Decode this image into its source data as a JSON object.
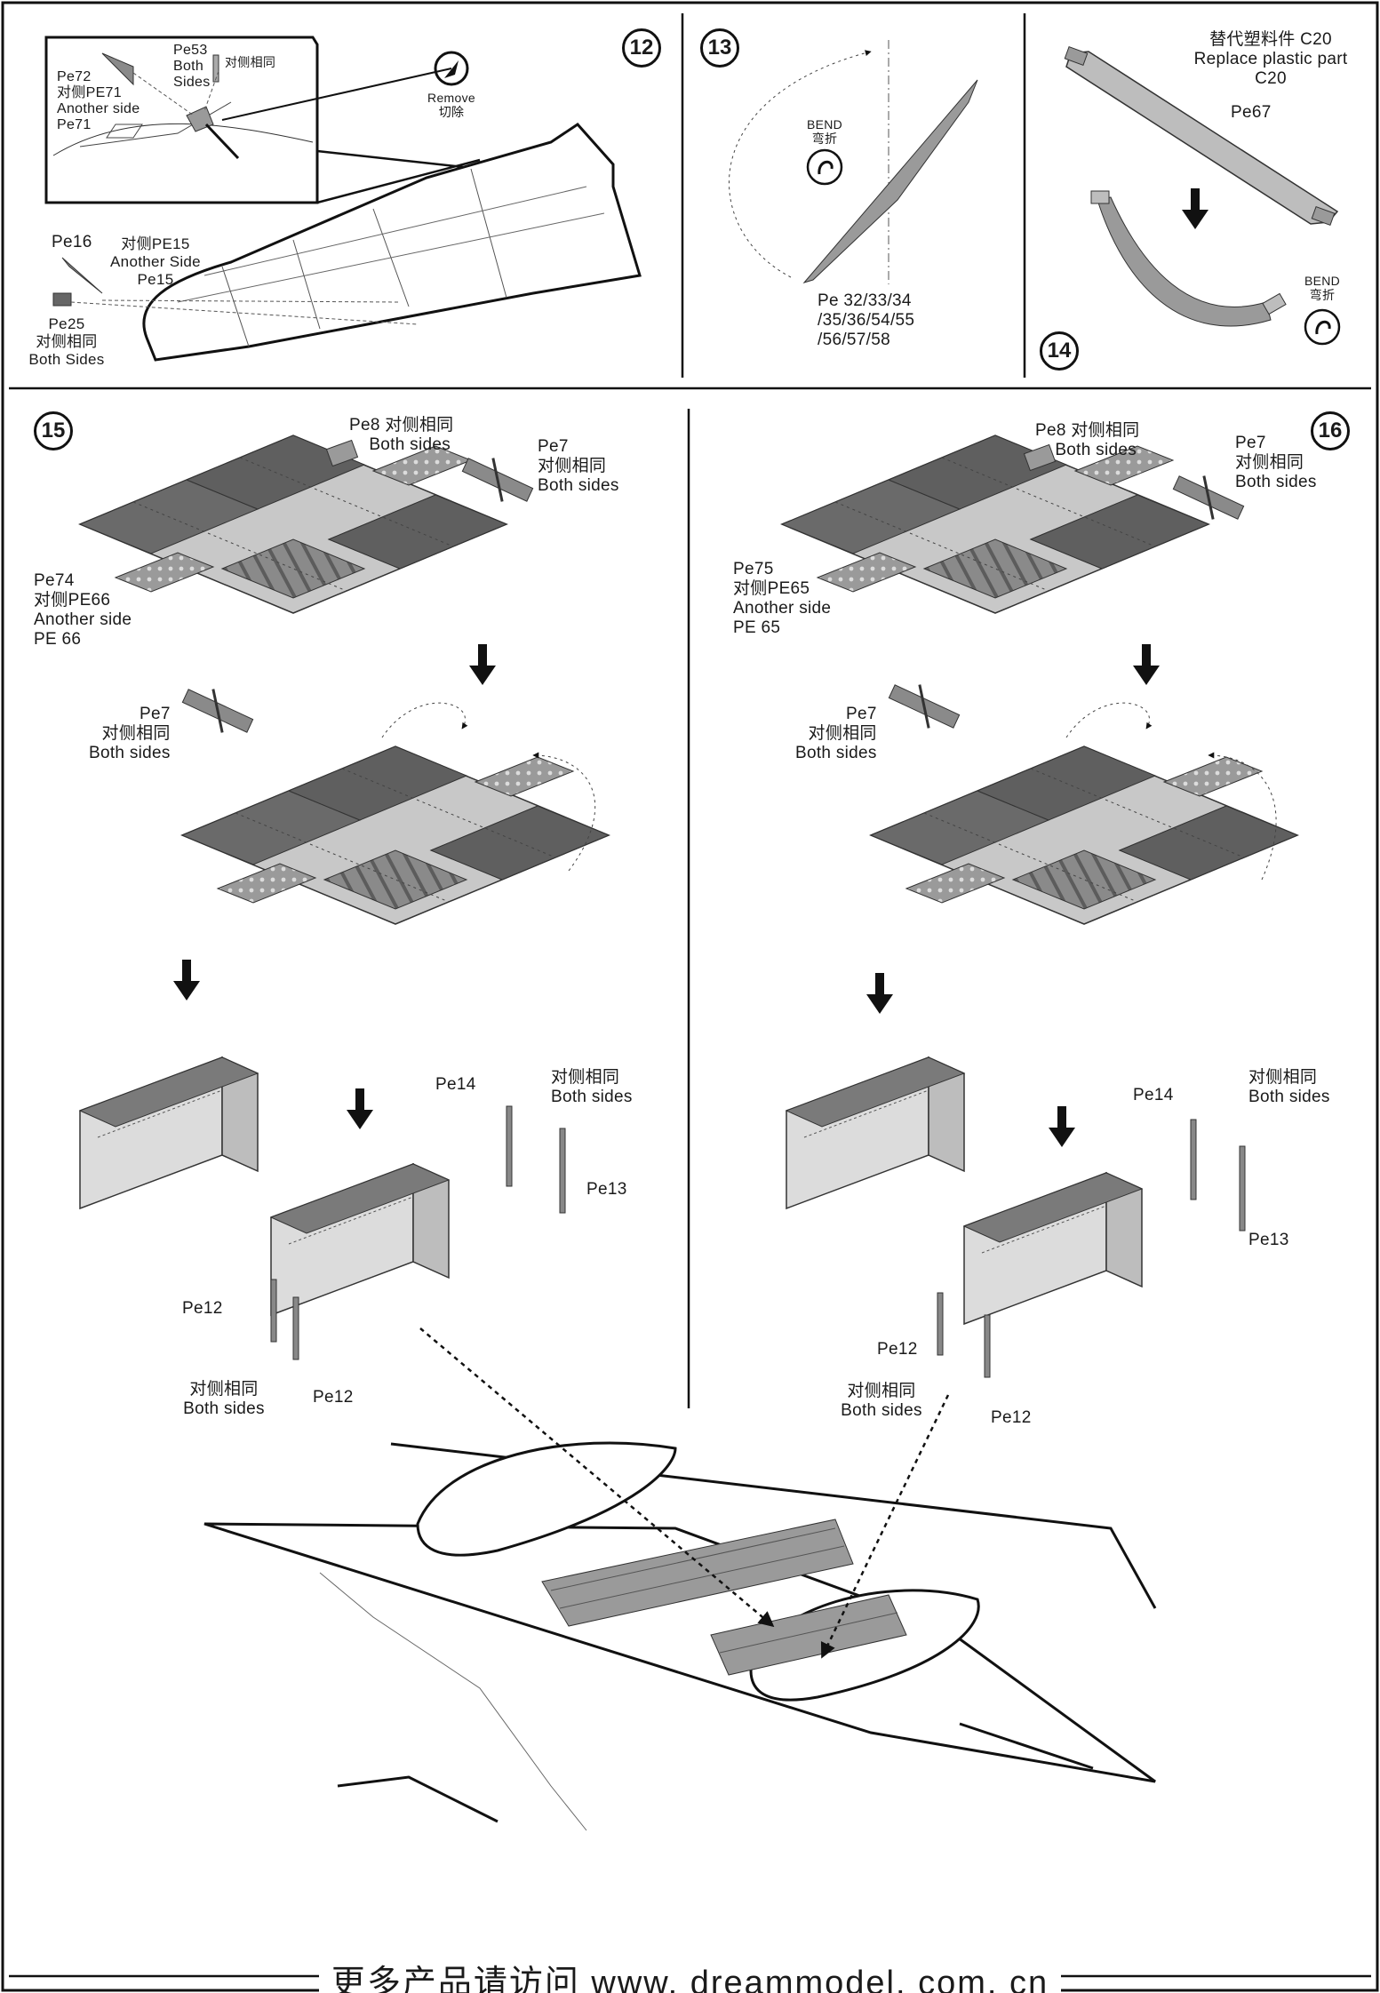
{
  "steps": {
    "s12": "12",
    "s13": "13",
    "s14": "14",
    "s15": "15",
    "s16": "16"
  },
  "step12": {
    "pe72": "Pe72\n对侧PE71\nAnother side\nPe71",
    "pe53": "Pe53\nBoth\nSides",
    "pe53_cn": "对侧相同",
    "remove": "Remove\n切除",
    "pe16": "Pe16",
    "pe15": "对侧PE15\nAnother Side\nPe15",
    "pe25": "Pe25\n对侧相同\nBoth Sides"
  },
  "step13": {
    "bend": "BEND\n弯折",
    "parts": "Pe 32/33/34\n/35/36/54/55\n/56/57/58"
  },
  "step14": {
    "replace": "替代塑料件 C20\nReplace plastic part\nC20",
    "pe67": "Pe67",
    "bend": "BEND\n弯折"
  },
  "step15": {
    "pe8": "Pe8 对侧相同\n    Both sides",
    "pe7_top": "Pe7\n对侧相同\nBoth sides",
    "pe74": "Pe74\n对侧PE66\nAnother side\nPE 66",
    "pe7_bottom": "Pe7\n对侧相同\nBoth sides",
    "pe14": "Pe14",
    "both_sides_right": "对侧相同\nBoth sides",
    "pe13": "Pe13",
    "pe12_left": "Pe12",
    "both_sides_bottom": "对侧相同\nBoth sides",
    "pe12_bottom": "Pe12"
  },
  "step16": {
    "pe8": "Pe8 对侧相同\n    Both sides",
    "pe7_top": "Pe7\n对侧相同\nBoth sides",
    "pe75": "Pe75\n对侧PE65\nAnother side\nPE 65",
    "pe7_bottom": "Pe7\n对侧相同\nBoth sides",
    "pe14": "Pe14",
    "both_sides_right": "对侧相同\nBoth sides",
    "pe13": "Pe13",
    "pe12_left": "Pe12",
    "both_sides_bottom": "对侧相同\nBoth sides",
    "pe12_bottom": "Pe12"
  },
  "footer": "更多产品请访问 www. dreammodel. com. cn",
  "colors": {
    "ink": "#1a1a1a",
    "panel_dark": "#666666",
    "panel_light": "#c8c8c8",
    "panel_mid": "#9a9a9a"
  }
}
